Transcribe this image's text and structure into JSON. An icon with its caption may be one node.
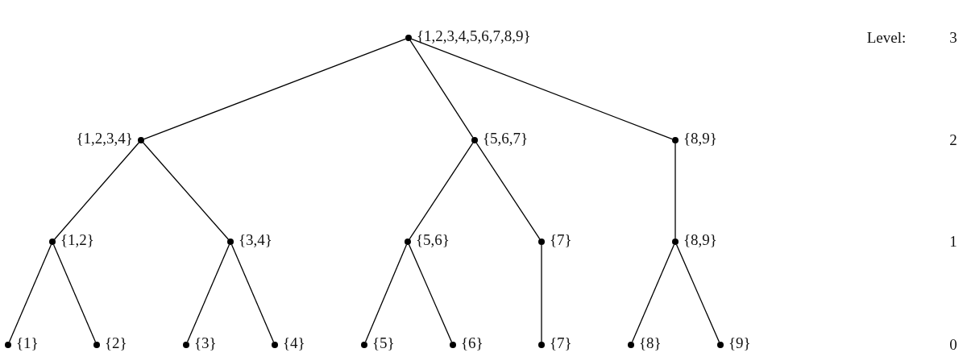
{
  "diagram": {
    "nodes": [
      {
        "text": [],
        "shape": "circle",
        "beside": [
          "{1,2,3,4,5,6,7,8,9}"
        ]
      },
      {
        "text": [],
        "shape": "circle",
        "beside": [
          "{1,2,3,4}"
        ]
      },
      {
        "text": [],
        "shape": "circle",
        "beside": [
          "{5,6,7}"
        ]
      },
      {
        "text": [],
        "shape": "circle",
        "beside": [
          "{8,9}"
        ]
      },
      {
        "text": [],
        "shape": "circle",
        "beside": [
          "{1,2}"
        ]
      },
      {
        "text": [],
        "shape": "circle",
        "beside": [
          "{3,4}"
        ]
      },
      {
        "text": [],
        "shape": "circle",
        "beside": [
          "{5,6}"
        ]
      },
      {
        "text": [],
        "shape": "circle",
        "beside": [
          "{7}"
        ]
      },
      {
        "text": [],
        "shape": "circle",
        "beside": [
          "{8,9}"
        ]
      },
      {
        "text": [],
        "shape": "circle",
        "beside": [
          "{1}"
        ]
      },
      {
        "text": [],
        "shape": "circle",
        "beside": [
          "{2}"
        ]
      },
      {
        "text": [],
        "shape": "circle",
        "beside": [
          "{3}"
        ]
      },
      {
        "text": [],
        "shape": "circle",
        "beside": [
          "{4}"
        ]
      },
      {
        "text": [],
        "shape": "circle",
        "beside": [
          "{5}"
        ]
      },
      {
        "text": [],
        "shape": "circle",
        "beside": [
          "{6}"
        ]
      },
      {
        "text": [],
        "shape": "circle",
        "beside": [
          "{7}"
        ]
      },
      {
        "text": [],
        "shape": "circle",
        "beside": [
          "{8}"
        ]
      },
      {
        "text": [],
        "shape": "circle",
        "beside": [
          "{9}"
        ]
      }
    ],
    "edges": [
      {
        "from": 0,
        "to": 1,
        "arrow": "none"
      },
      {
        "from": 0,
        "to": 2,
        "arrow": "none"
      },
      {
        "from": 0,
        "to": 3,
        "arrow": "none"
      },
      {
        "from": 1,
        "to": 4,
        "arrow": "none"
      },
      {
        "from": 1,
        "to": 5,
        "arrow": "none"
      },
      {
        "from": 2,
        "to": 6,
        "arrow": "none"
      },
      {
        "from": 2,
        "to": 7,
        "arrow": "none"
      },
      {
        "from": 3,
        "to": 8,
        "arrow": "none"
      },
      {
        "from": 4,
        "to": 9,
        "arrow": "none"
      },
      {
        "from": 4,
        "to": 10,
        "arrow": "none"
      },
      {
        "from": 5,
        "to": 11,
        "arrow": "none"
      },
      {
        "from": 5,
        "to": 12,
        "arrow": "none"
      },
      {
        "from": 6,
        "to": 13,
        "arrow": "none"
      },
      {
        "from": 6,
        "to": 14,
        "arrow": "none"
      },
      {
        "from": 7,
        "to": 15,
        "arrow": "none"
      },
      {
        "from": 8,
        "to": 16,
        "arrow": "none"
      },
      {
        "from": 8,
        "to": 17,
        "arrow": "none"
      }
    ],
    "labels": [
      "Level:",
      "3",
      "2",
      "1",
      "0"
    ]
  }
}
